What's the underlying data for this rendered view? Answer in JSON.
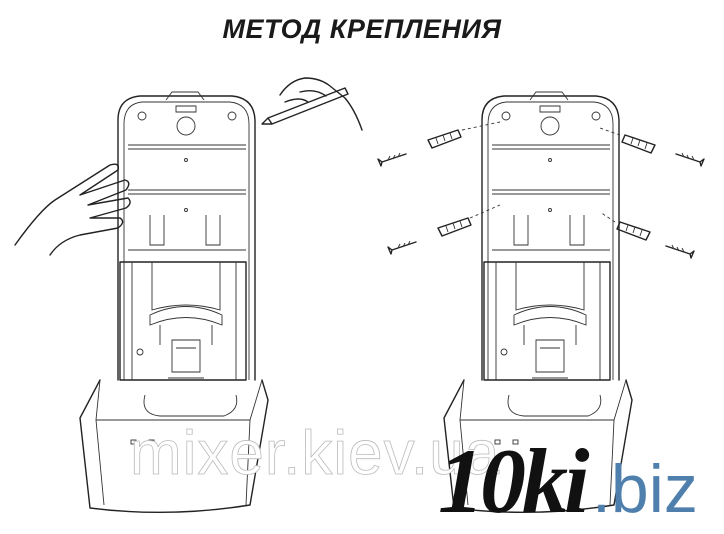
{
  "title": "МЕТОД КРЕПЛЕНИЯ",
  "watermarks": {
    "site": "mixer.kiev.ua",
    "logo_main": "10ki",
    "logo_tld": ".biz",
    "logo_tld_color": "#4f7fad"
  },
  "panels": [
    {
      "id": "marking",
      "icon": "hand-pencil-marking"
    },
    {
      "id": "screwing",
      "icon": "screws-and-dowels"
    }
  ]
}
